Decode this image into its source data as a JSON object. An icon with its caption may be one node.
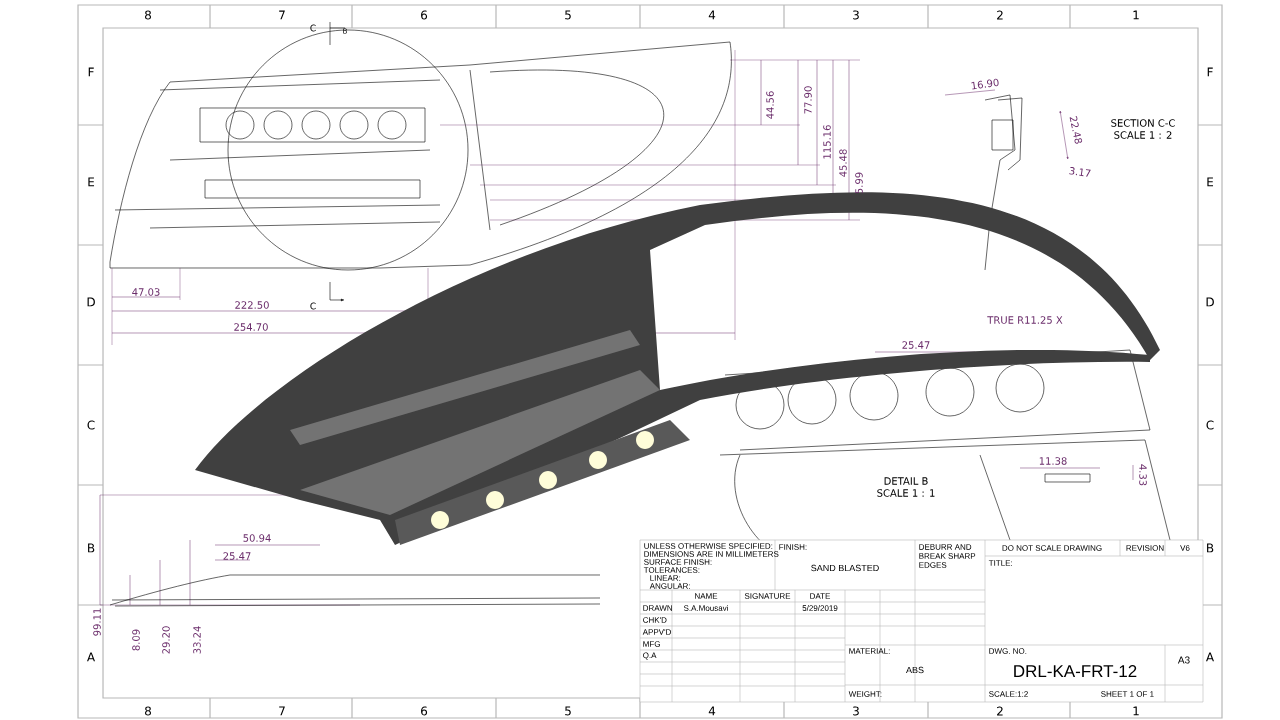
{
  "diagram": {
    "labels": [
      "8",
      "7",
      "6",
      "5",
      "4",
      "3",
      "2",
      "1",
      "8",
      "7",
      "6",
      "5",
      "4",
      "3",
      "2",
      "1",
      "F",
      "E",
      "D",
      "C",
      "B",
      "A",
      "F",
      "E",
      "D",
      "C",
      "B",
      "A",
      "C",
      "B",
      "44.56",
      "77.90",
      "115.16",
      "45.48",
      "5.99",
      "16.90",
      "22.48",
      "SECTION C-C",
      "SCALE 1 : 2",
      "3.17",
      "47.03",
      "222.50",
      "C",
      "254.70",
      "TRUE R11.25 X",
      "25.47",
      "11.38",
      "4.33",
      "DETAIL B",
      "SCALE 1 : 1",
      "50.94",
      "25.47",
      "99.11",
      "8.09",
      "29.20",
      "33.24",
      "UNLESS OTHERWISE SPECIFIED:",
      "DIMENSIONS ARE IN MILLIMETERS",
      "SURFACE FINISH:",
      "TOLERANCES:",
      "LINEAR:",
      "ANGULAR:",
      "FINISH:",
      "SAND BLASTED",
      "DEBURR AND",
      "BREAK SHARP",
      "EDGES",
      "DO NOT SCALE DRAWING",
      "REVISION",
      "V6",
      "NAME",
      "SIGNATURE",
      "DATE",
      "DRAWN",
      "S.A.Mousavi",
      "5/29/2019",
      "CHK'D",
      "APPV'D",
      "MFG",
      "Q.A",
      "MATERIAL:",
      "ABS",
      "WEIGHT:",
      "TITLE:",
      "DWG. NO.",
      "DRL-KA-FRT-12",
      "A3",
      "SCALE:1:2",
      "SHEET 1 OF 1"
    ]
  }
}
